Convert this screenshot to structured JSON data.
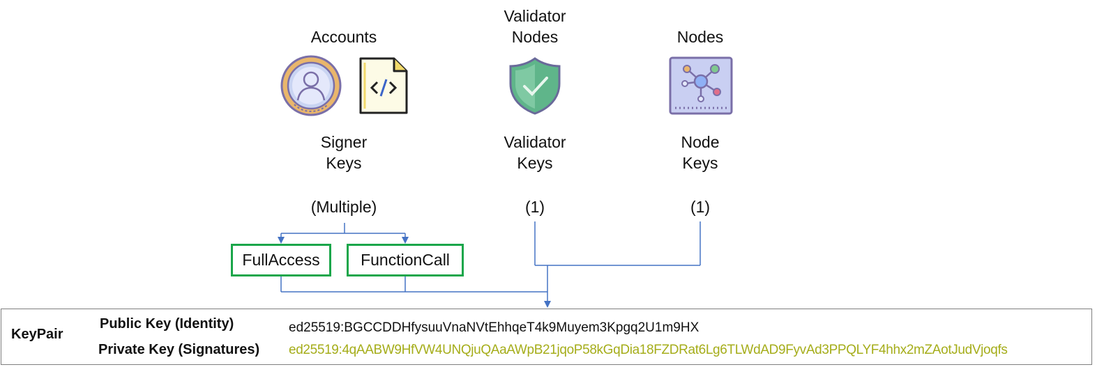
{
  "columns": {
    "accounts": {
      "title": "Accounts",
      "key_label_line1": "Signer",
      "key_label_line2": "Keys",
      "count": "(Multiple)",
      "icons": [
        "user-avatar-icon",
        "code-document-icon"
      ]
    },
    "validator_nodes": {
      "title_line1": "Validator",
      "title_line2": "Nodes",
      "key_label_line1": "Validator",
      "key_label_line2": "Keys",
      "count": "(1)",
      "icons": [
        "shield-check-icon"
      ]
    },
    "nodes": {
      "title": "Nodes",
      "key_label_line1": "Node",
      "key_label_line2": "Keys",
      "count": "(1)",
      "icons": [
        "network-node-icon"
      ]
    }
  },
  "access_keys": {
    "full_access": "FullAccess",
    "function_call": "FunctionCall"
  },
  "keypair": {
    "title": "KeyPair",
    "public_label": "Public Key (Identity)",
    "public_value": "ed25519:BGCCDDHfysuuVnaNVtEhhqeT4k9Muyem3Kpgq2U1m9HX",
    "private_label": "Private Key (Signatures)",
    "private_value": "ed25519:4qAABW9HfVW4UNQjuQAaAWpB21jqoP58kGqDia18FZDRat6Lg6TLWdAD9FyvAd3PPQLYF4hhx2mZAotJudVjoqfs"
  },
  "colors": {
    "connector": "#4472c4",
    "access_box_border": "#1aa64a",
    "private_key_text": "#a5ad1a",
    "panel_border": "#7f7f7f"
  }
}
